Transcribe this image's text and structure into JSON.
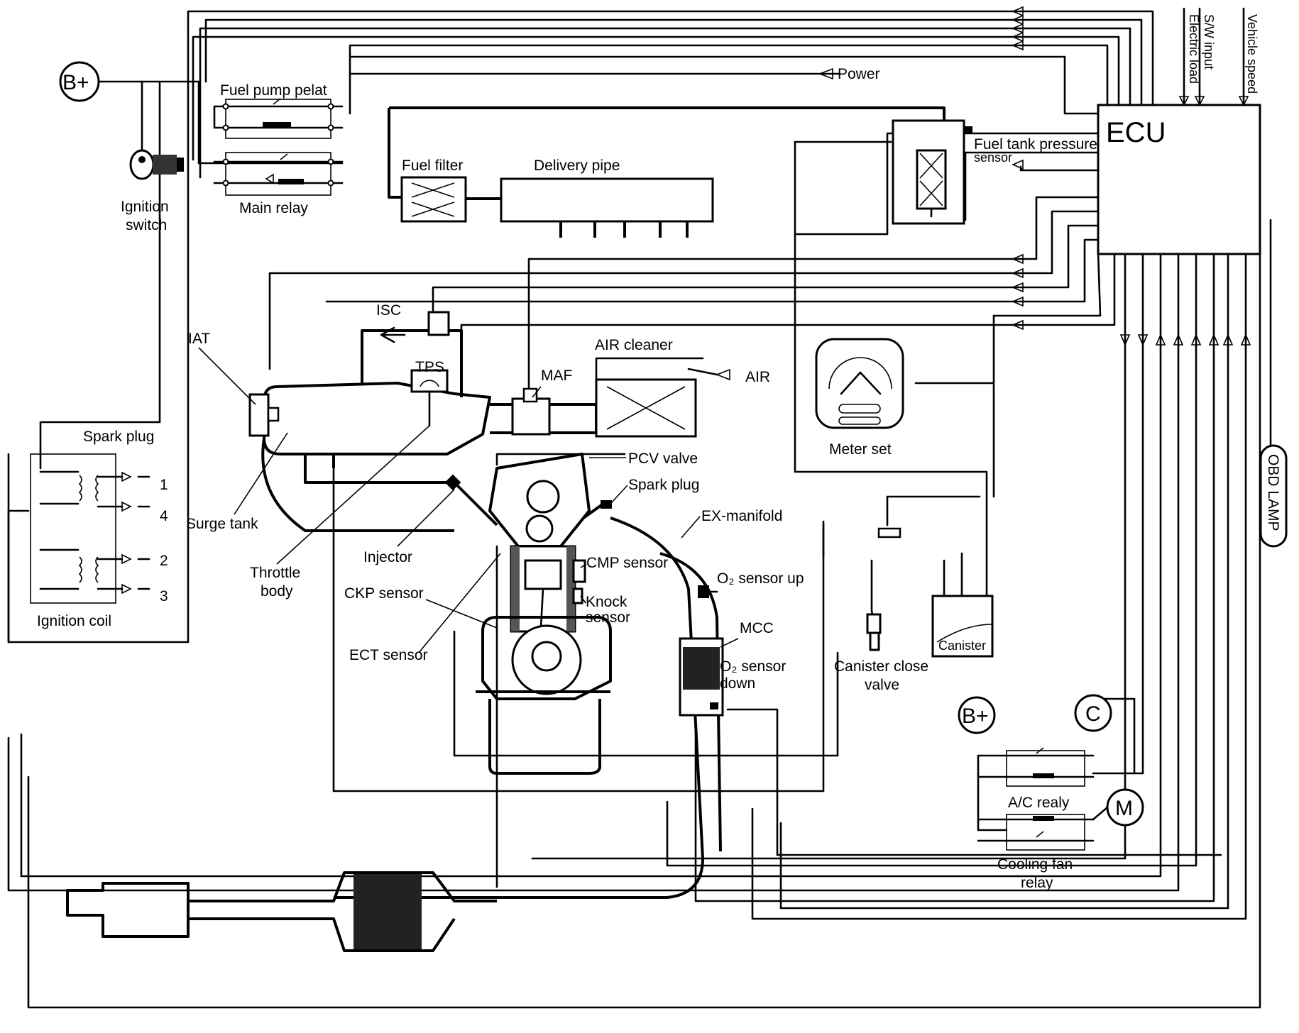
{
  "labels": {
    "ecu": "ECU",
    "power": "Power",
    "b_plus_main": "B+",
    "b_plus_ac": "B+",
    "c_circle": "C",
    "m_circle": "M",
    "fuel_pump_relay": "Fuel pump pelat",
    "main_relay": "Main relay",
    "ignition_switch_1": "Ignition",
    "ignition_switch_2": "switch",
    "fuel_filter": "Fuel filter",
    "delivery_pipe": "Delivery pipe",
    "fuel_tank_pressure_1": "Fuel tank pressure",
    "fuel_tank_pressure_2": "sensor",
    "electric_load_1": "Electric load",
    "electric_load_2": "S/W input",
    "vehicle_speed": "Vehicle speed",
    "isc": "ISC",
    "iat": "IAT",
    "tps": "TPS",
    "maf": "MAF",
    "air_cleaner": "AIR cleaner",
    "air": "AIR",
    "meter_set": "Meter set",
    "pcv_valve": "PCV valve",
    "spark_plug_engine": "Spark plug",
    "ex_manifold": "EX-manifold",
    "cmp_sensor": "CMP sensor",
    "knock_sensor_1": "Knock",
    "knock_sensor_2": "sensor",
    "o2_up": "O₂ sensor up",
    "mcc": "MCC",
    "o2_down_1": "O₂ sensor",
    "o2_down_2": "down",
    "canister": "Canister",
    "canister_close_1": "Canister close",
    "canister_close_2": "valve",
    "surge_tank": "Surge tank",
    "throttle_body_1": "Throttle",
    "throttle_body_2": "body",
    "injector": "Injector",
    "ckp_sensor": "CKP sensor",
    "ect_sensor": "ECT sensor",
    "spark_plug_coil": "Spark plug",
    "ignition_coil": "Ignition coil",
    "cyl_1": "1",
    "cyl_4": "4",
    "cyl_2": "2",
    "cyl_3": "3",
    "ac_relay": "A/C realy",
    "cooling_fan_1": "Cooling fan",
    "cooling_fan_2": "relay",
    "obd_lamp": "OBD LAMP"
  },
  "colors": {
    "line": "#000000",
    "background": "#ffffff"
  }
}
